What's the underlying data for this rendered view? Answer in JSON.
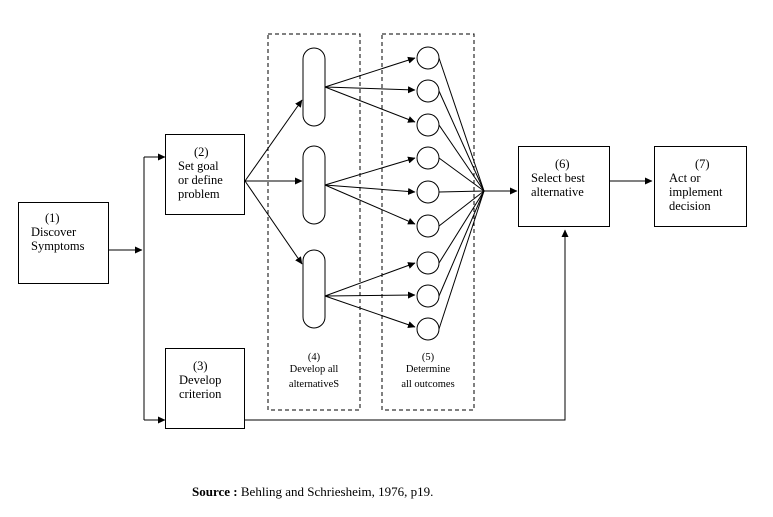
{
  "steps": {
    "s1": {
      "num": "(1)",
      "lines": [
        "Discover",
        "Symptoms"
      ]
    },
    "s2": {
      "num": "(2)",
      "lines": [
        "Set goal",
        "or define",
        "problem"
      ]
    },
    "s3": {
      "num": "(3)",
      "lines": [
        "Develop",
        "criterion"
      ]
    },
    "s4": {
      "num": "(4)",
      "lines": [
        "Develop all",
        "alternativeS"
      ]
    },
    "s5": {
      "num": "(5)",
      "lines": [
        "Determine",
        "all outcomes"
      ]
    },
    "s6": {
      "num": "(6)",
      "lines": [
        "Select best",
        "alternative"
      ]
    },
    "s7": {
      "num": "(7)",
      "lines": [
        "Act or",
        "implement",
        "decision"
      ]
    }
  },
  "source": {
    "label": "Source :",
    "text": "Behling and Schriesheim, 1976, p19."
  }
}
